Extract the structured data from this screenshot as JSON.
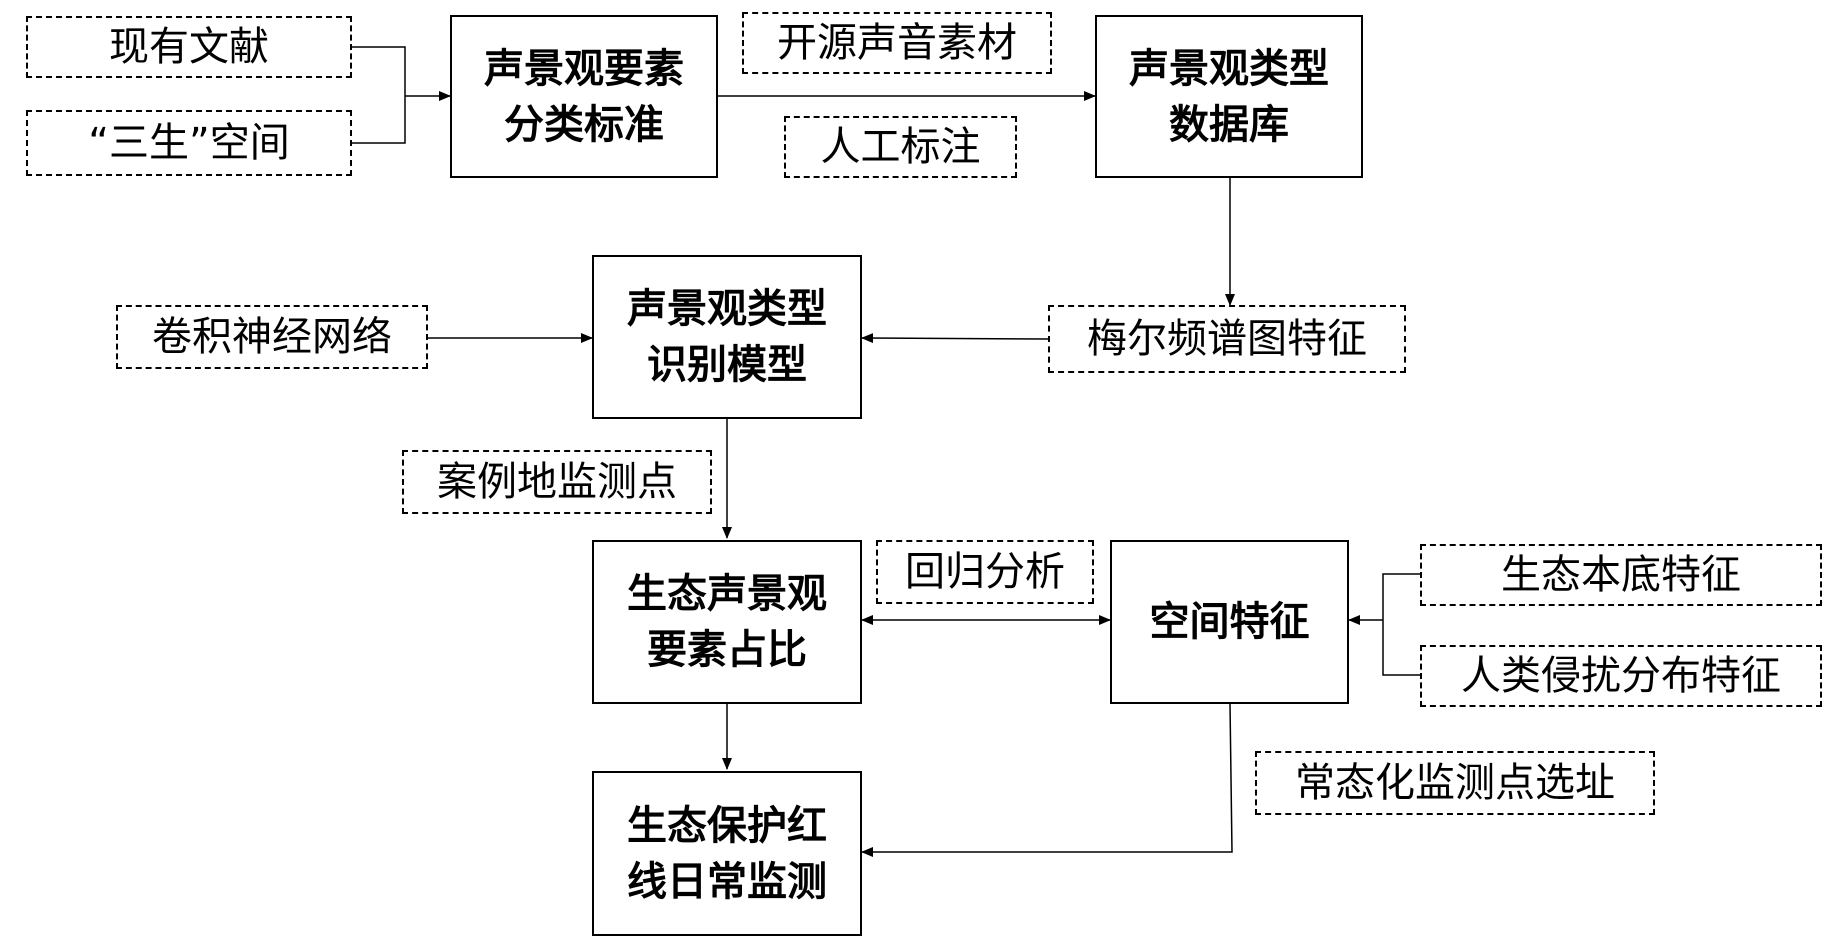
{
  "primary_boxes": {
    "soundscape_standard": [
      "声景观要素",
      "分类标准"
    ],
    "soundscape_database": [
      "声景观类型",
      "数据库"
    ],
    "recognition_model": [
      "声景观类型",
      "识别模型"
    ],
    "element_ratio": [
      "生态声景观",
      "要素占比"
    ],
    "spatial_features": [
      "空间特征"
    ],
    "redline_monitoring": [
      "生态保护红",
      "线日常监测"
    ]
  },
  "input_labels": {
    "existing_literature": "现有文献",
    "three_life_space": "“三生”空间",
    "open_source_audio": "开源声音素材",
    "manual_annotation": "人工标注",
    "cnn": "卷积神经网络",
    "mel_spectrogram": "梅尔频谱图特征",
    "case_sites": "案例地监测点",
    "regression": "回归分析",
    "eco_background": "生态本底特征",
    "human_disturbance": "人类侵扰分布特征",
    "routine_site_selection": "常态化监测点选址"
  }
}
